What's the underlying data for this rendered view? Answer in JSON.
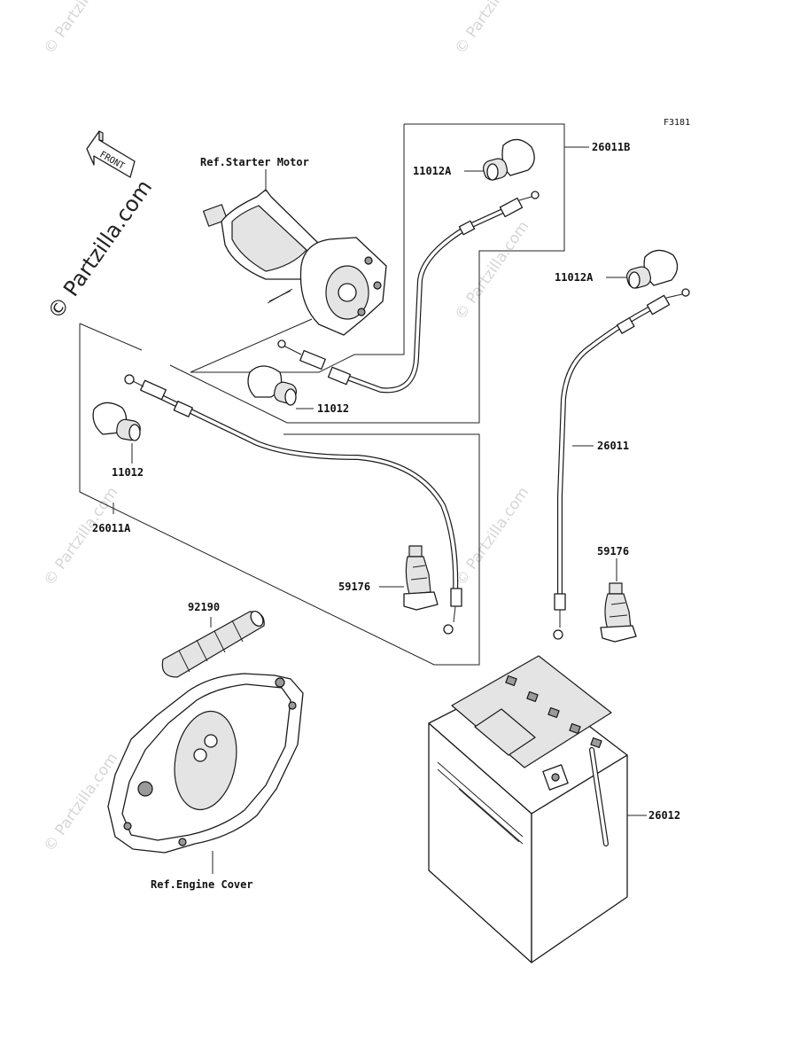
{
  "figure_code": "F3181",
  "front_label": "FRONT",
  "watermark_main": "© Partzilla.com",
  "watermark_tile": "© Partzilla.com",
  "callouts": {
    "starter_motor": "Ref.Starter Motor",
    "engine_cover": "Ref.Engine Cover",
    "cable_positive_main": "26011B",
    "cable_negative": "26011",
    "cable_starter": "26011A",
    "cap_b": "11012A",
    "cap_right": "11012A",
    "cap_mid": "11012",
    "cap_left": "11012",
    "boot_mid": "59176",
    "boot_right": "59176",
    "vent_tube": "92190",
    "battery": "26012"
  }
}
